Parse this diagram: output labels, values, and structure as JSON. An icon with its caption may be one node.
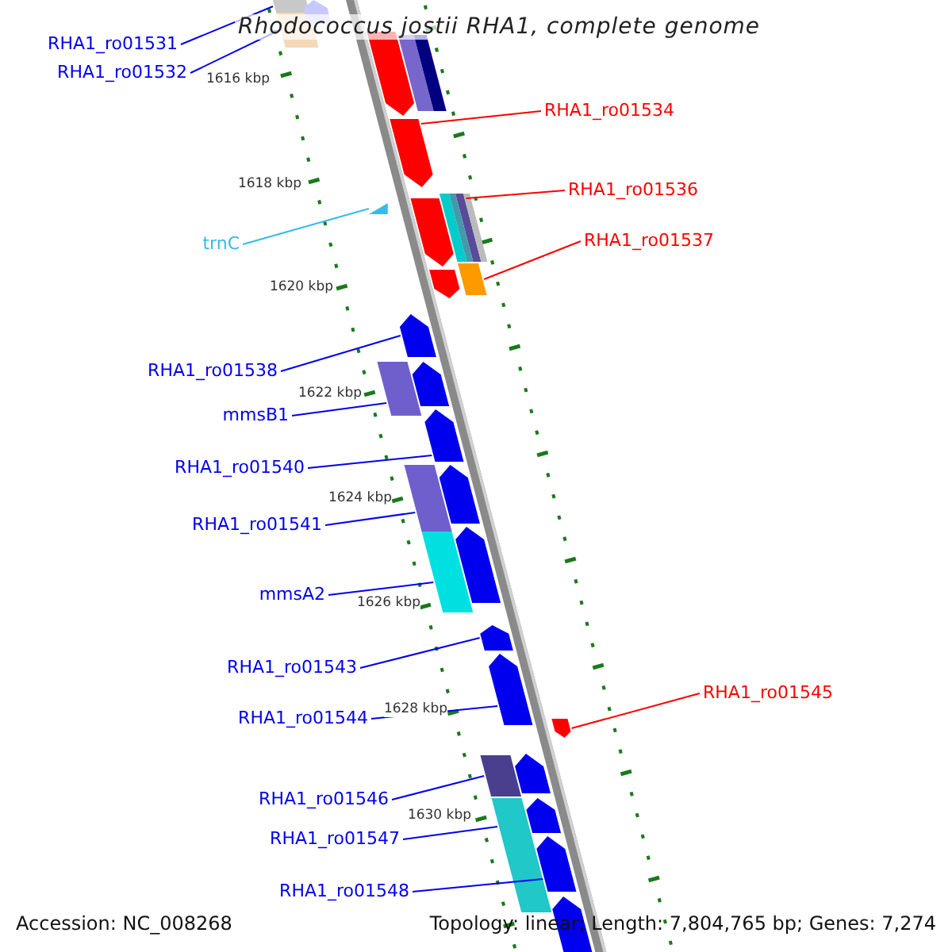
{
  "diagram": {
    "title": "Rhodococcus jostii RHA1, complete genome",
    "nodes": [
      {
        "text": [
          "RHA1_ro01531"
        ]
      },
      {
        "text": [],
        "shape": "box"
      },
      {
        "text": [
          "RHA1_ro01532"
        ]
      },
      {
        "text": [],
        "shape": "box"
      },
      {
        "text": [
          "RHA1_ro01534"
        ]
      },
      {
        "text": [],
        "shape": "arrow"
      },
      {
        "text": [
          "RHA1_ro01536"
        ]
      },
      {
        "text": [],
        "shape": "box"
      },
      {
        "text": [
          "trnC"
        ]
      },
      {
        "text": [],
        "shape": "triangle"
      },
      {
        "text": [
          "RHA1_ro01537"
        ]
      },
      {
        "text": [],
        "shape": "box"
      },
      {
        "text": [
          "RHA1_ro01538"
        ]
      },
      {
        "text": [],
        "shape": "arrow"
      },
      {
        "text": [
          "mmsB1"
        ]
      },
      {
        "text": [],
        "shape": "box"
      },
      {
        "text": [
          "RHA1_ro01540"
        ]
      },
      {
        "text": [],
        "shape": "arrow"
      },
      {
        "text": [
          "RHA1_ro01541"
        ]
      },
      {
        "text": [],
        "shape": "box"
      },
      {
        "text": [
          "mmsA2"
        ]
      },
      {
        "text": [],
        "shape": "box"
      },
      {
        "text": [
          "RHA1_ro01543"
        ]
      },
      {
        "text": [],
        "shape": "arrow"
      },
      {
        "text": [
          "RHA1_ro01544"
        ]
      },
      {
        "text": [],
        "shape": "arrow"
      },
      {
        "text": [
          "RHA1_ro01545"
        ]
      },
      {
        "text": [],
        "shape": "arrow"
      },
      {
        "text": [
          "RHA1_ro01546"
        ]
      },
      {
        "text": [],
        "shape": "box"
      },
      {
        "text": [
          "RHA1_ro01547"
        ]
      },
      {
        "text": [],
        "shape": "box"
      },
      {
        "text": [
          "RHA1_ro01548"
        ]
      },
      {
        "text": [],
        "shape": "arrow"
      },
      {
        "text": [],
        "shape": "arrow"
      },
      {
        "text": [],
        "shape": "arrow"
      },
      {
        "text": [],
        "shape": "box"
      },
      {
        "text": [],
        "shape": "box"
      },
      {
        "text": [],
        "shape": "box"
      },
      {
        "text": [],
        "shape": "box"
      },
      {
        "text": [],
        "shape": "box"
      },
      {
        "text": [],
        "shape": "arrow"
      },
      {
        "text": [],
        "shape": "arrow"
      },
      {
        "text": [],
        "shape": "arrow"
      },
      {
        "text": [],
        "shape": "arrow"
      },
      {
        "text": [],
        "shape": "arrow"
      },
      {
        "text": [],
        "shape": "arrow"
      },
      {
        "text": [],
        "shape": "arrow"
      },
      {
        "text": [],
        "shape": "arrow"
      }
    ],
    "edges": [
      {
        "from": 0,
        "to": 1,
        "arrow": "none"
      },
      {
        "from": 2,
        "to": 3,
        "arrow": "none"
      },
      {
        "from": 4,
        "to": 5,
        "arrow": "none",
        "color": "#ff0000"
      },
      {
        "from": 6,
        "to": 7,
        "arrow": "none",
        "color": "#ff0000"
      },
      {
        "from": 8,
        "to": 9,
        "arrow": "none",
        "color": "#33bbee"
      },
      {
        "from": 10,
        "to": 11,
        "arrow": "none",
        "color": "#ff0000"
      },
      {
        "from": 12,
        "to": 13,
        "arrow": "none"
      },
      {
        "from": 14,
        "to": 15,
        "arrow": "none"
      },
      {
        "from": 16,
        "to": 17,
        "arrow": "none"
      },
      {
        "from": 18,
        "to": 19,
        "arrow": "none"
      },
      {
        "from": 20,
        "to": 21,
        "arrow": "none"
      },
      {
        "from": 22,
        "to": 23,
        "arrow": "none"
      },
      {
        "from": 24,
        "to": 25,
        "arrow": "none"
      },
      {
        "from": 26,
        "to": 27,
        "arrow": "none",
        "color": "#ff0000"
      },
      {
        "from": 28,
        "to": 29,
        "arrow": "none"
      },
      {
        "from": 30,
        "to": 31,
        "arrow": "none"
      },
      {
        "from": 32,
        "to": 33,
        "arrow": "none"
      }
    ],
    "labels": [
      "1616 kbp",
      "1618 kbp",
      "1620 kbp",
      "1622 kbp",
      "1624 kbp",
      "1626 kbp",
      "1628 kbp",
      "1630 kbp",
      "Accession: NC_008268",
      "Topology: linear; Length: 7,804,765 bp; Genes: 7,274"
    ]
  }
}
